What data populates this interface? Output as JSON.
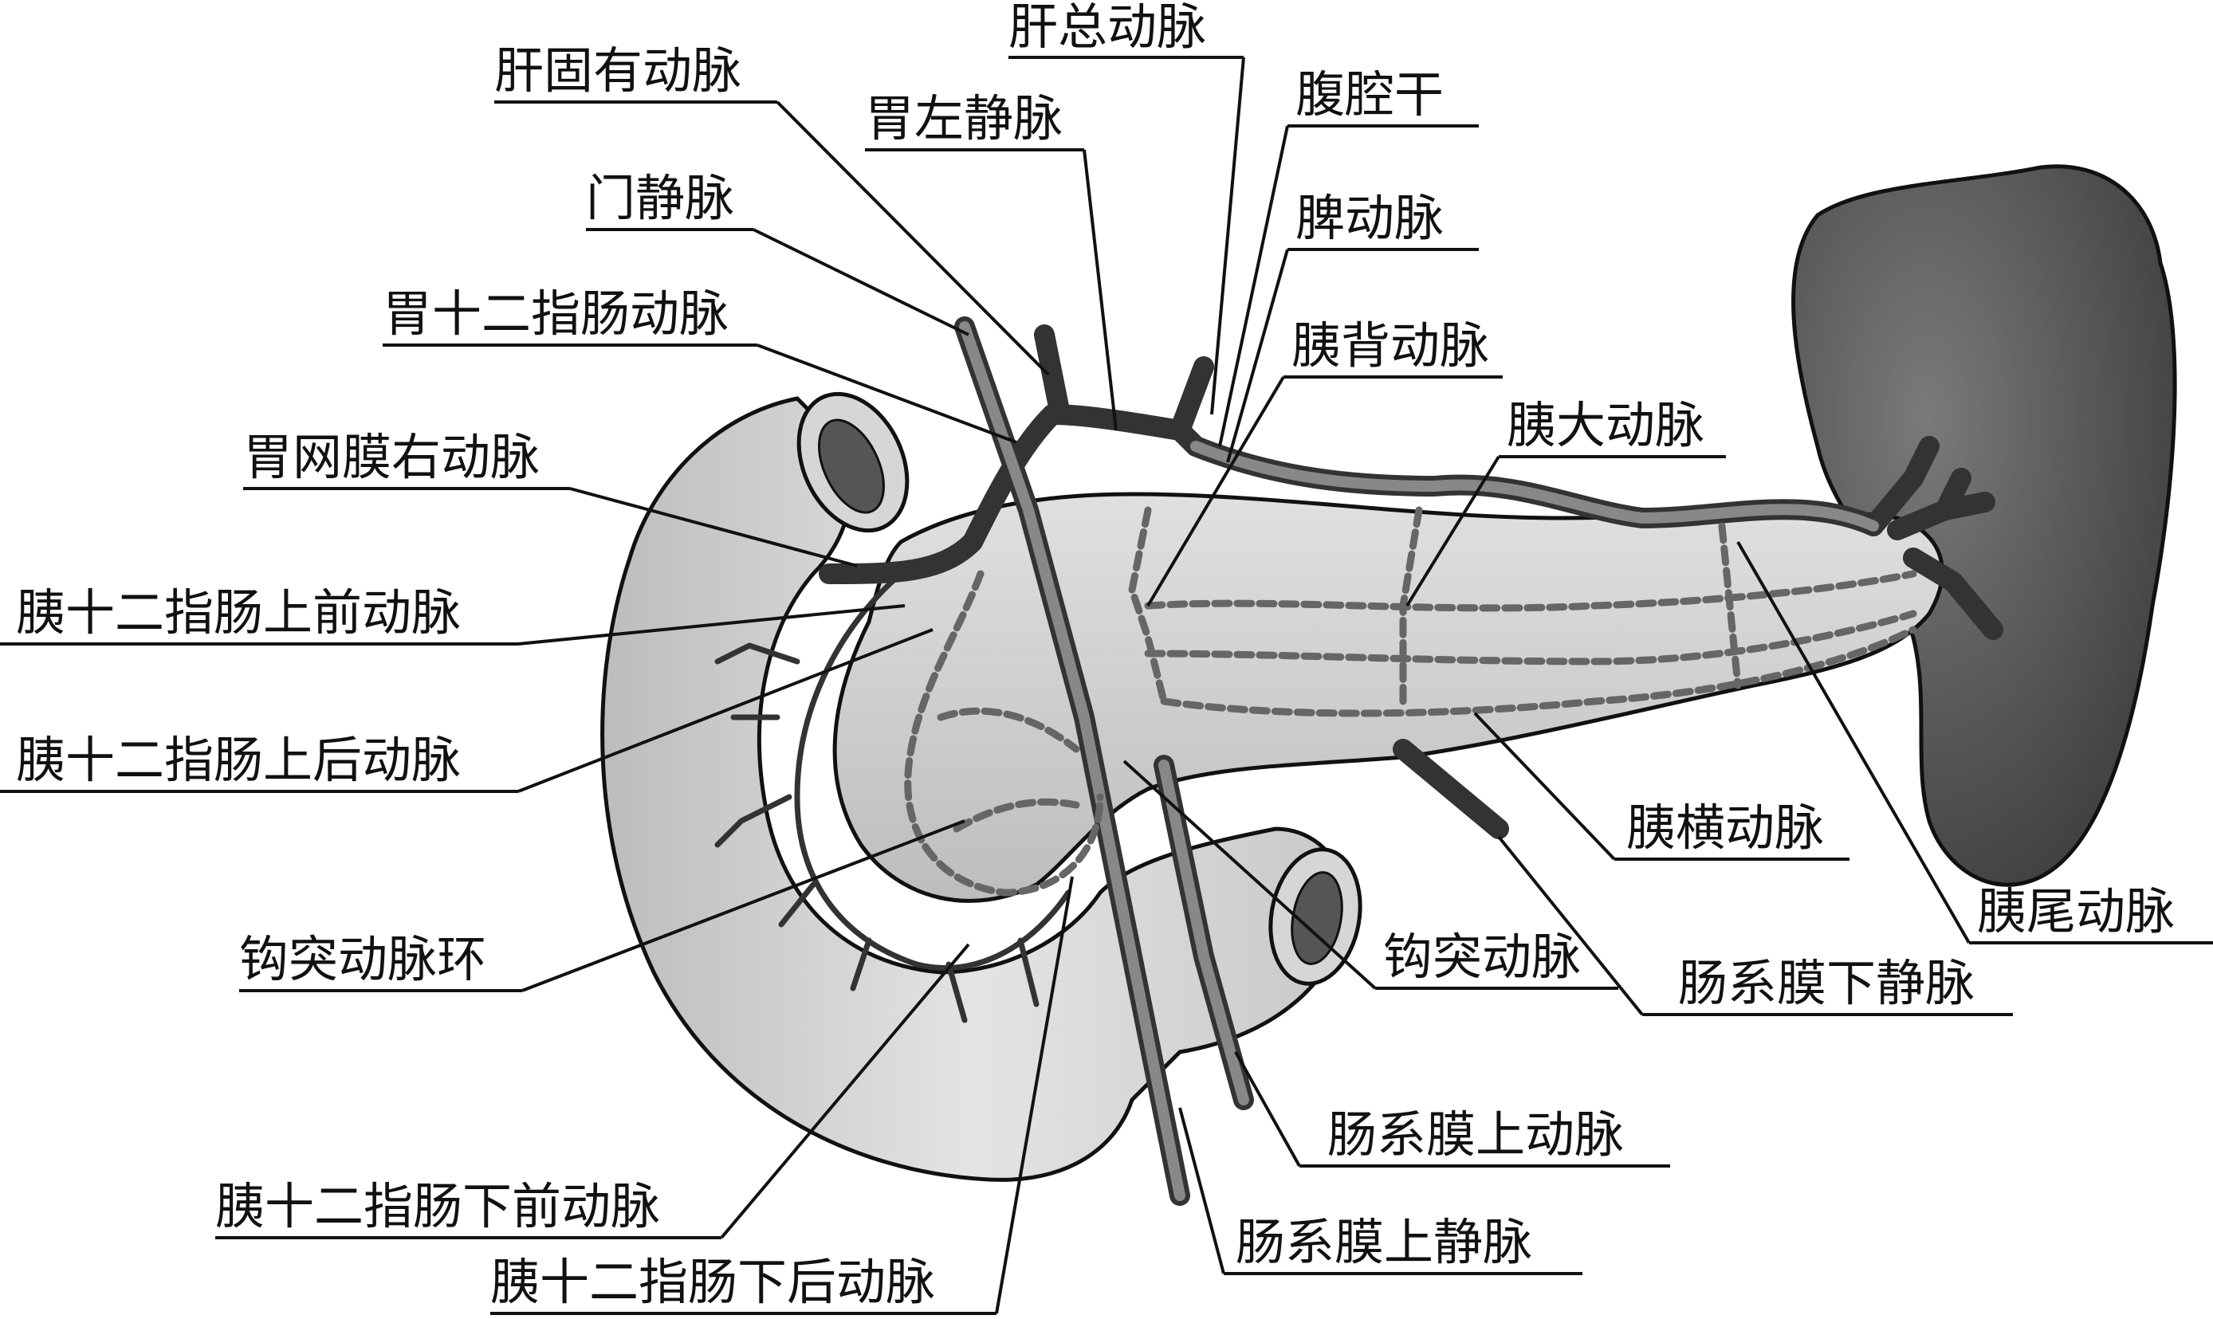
{
  "labels": {
    "proper_hepatic_artery": "肝固有动脉",
    "common_hepatic_artery": "肝总动脉",
    "left_gastric_vein": "胃左静脉",
    "celiac_trunk": "腹腔干",
    "portal_vein": "门静脉",
    "splenic_artery": "脾动脉",
    "gastroduodenal_artery": "胃十二指肠动脉",
    "dorsal_pancreatic_artery": "胰背动脉",
    "great_pancreatic_artery": "胰大动脉",
    "right_gastroepiploic_artery": "胃网膜右动脉",
    "asp_duodenal_artery": "胰十二指肠上前动脉",
    "psp_duodenal_artery": "胰十二指肠上后动脉",
    "transverse_pancreatic_artery": "胰横动脉",
    "caudal_pancreatic_artery": "胰尾动脉",
    "uncinate_arterial_ring": "钩突动脉环",
    "uncinate_artery": "钩突动脉",
    "inferior_mesenteric_vein": "肠系膜下静脉",
    "superior_mesenteric_artery": "肠系膜上动脉",
    "aip_duodenal_artery": "胰十二指肠下前动脉",
    "superior_mesenteric_vein": "肠系膜上静脉",
    "pip_duodenal_artery": "胰十二指肠下后动脉"
  },
  "colors": {
    "background": "#ffffff",
    "line": "#111111",
    "spleen": "#4a4a4a",
    "pancreas": "#cfcfcf",
    "duodenum": "#d8d8d8",
    "vessel": "#6a6a6a"
  },
  "icons": [
    "pancreas-illustration",
    "spleen-illustration",
    "duodenum-illustration"
  ]
}
